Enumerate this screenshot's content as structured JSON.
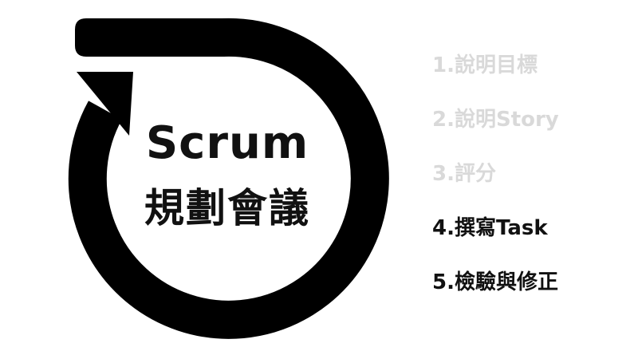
{
  "center_title": {
    "line1": "Scrum",
    "line2": "規劃會議"
  },
  "steps": [
    {
      "label": "1.說明目標",
      "state": "done"
    },
    {
      "label": "2.說明Story",
      "state": "done"
    },
    {
      "label": "3.評分",
      "state": "done"
    },
    {
      "label": "4.撰寫Task",
      "state": "active"
    },
    {
      "label": "5.檢驗與修正",
      "state": "active"
    }
  ],
  "colors": {
    "cycle_arrow": "#000000",
    "done_step": "#d9d9d9",
    "active_step": "#111111",
    "background": "#ffffff"
  }
}
